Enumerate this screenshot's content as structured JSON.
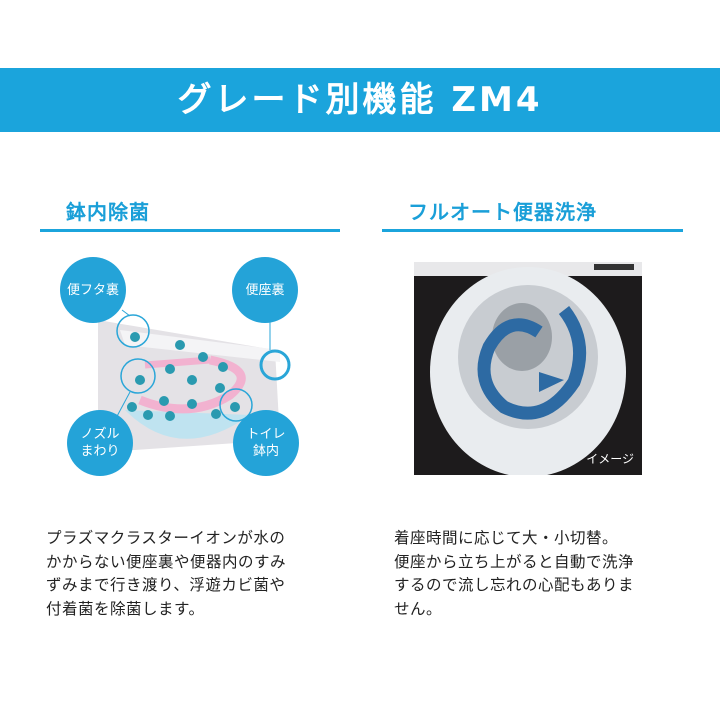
{
  "banner": {
    "title": "グレード別機能 ZM4"
  },
  "left": {
    "title": "鉢内除菌",
    "labels": {
      "lid": "便フタ裏",
      "seat": "便座裏",
      "nozzle_1": "ノズル",
      "nozzle_2": "まわり",
      "bowl_1": "トイレ",
      "bowl_2": "鉢内"
    },
    "lines": [
      "プラズマクラスターイオンが水の",
      "かからない便座裏や便器内のすみ",
      "ずみまで行き渡り、浮遊カビ菌や",
      "付着菌を除菌します。"
    ]
  },
  "right": {
    "title": "フルオート便器洗浄",
    "caption": "イメージ",
    "lines": [
      "着座時間に応じて大・小切替。",
      "便座から立ち上がると自動で洗浄",
      "するので流し忘れの心配もありま",
      "せん。"
    ]
  },
  "colors": {
    "accent": "#1ba4dc",
    "arrow": "#f0a8c8"
  }
}
